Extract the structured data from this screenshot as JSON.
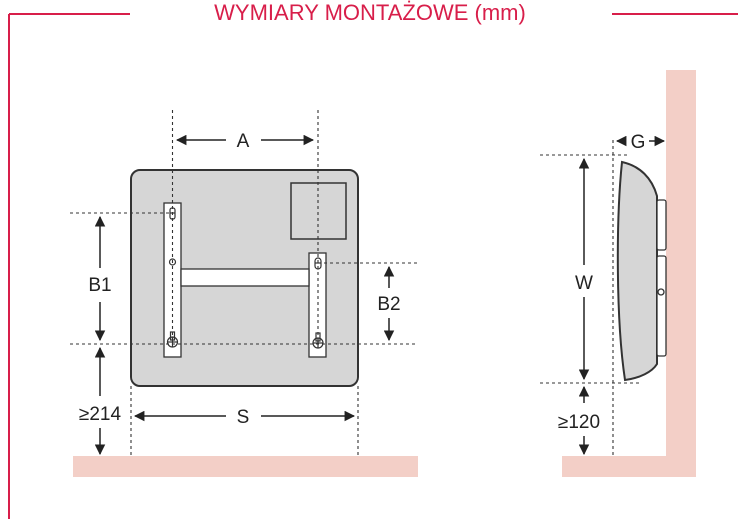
{
  "title": "WYMIARY MONTAŻOWE (mm)",
  "labels": {
    "a": "A",
    "b1": "B1",
    "b2": "B2",
    "s": "S",
    "floor_front": "≥214",
    "w": "W",
    "g": "G",
    "floor_side": "≥120"
  },
  "colors": {
    "accent": "#d81e4a",
    "wall": "#f3cfc7",
    "panel": "#d6d6d6",
    "line": "#333333"
  }
}
